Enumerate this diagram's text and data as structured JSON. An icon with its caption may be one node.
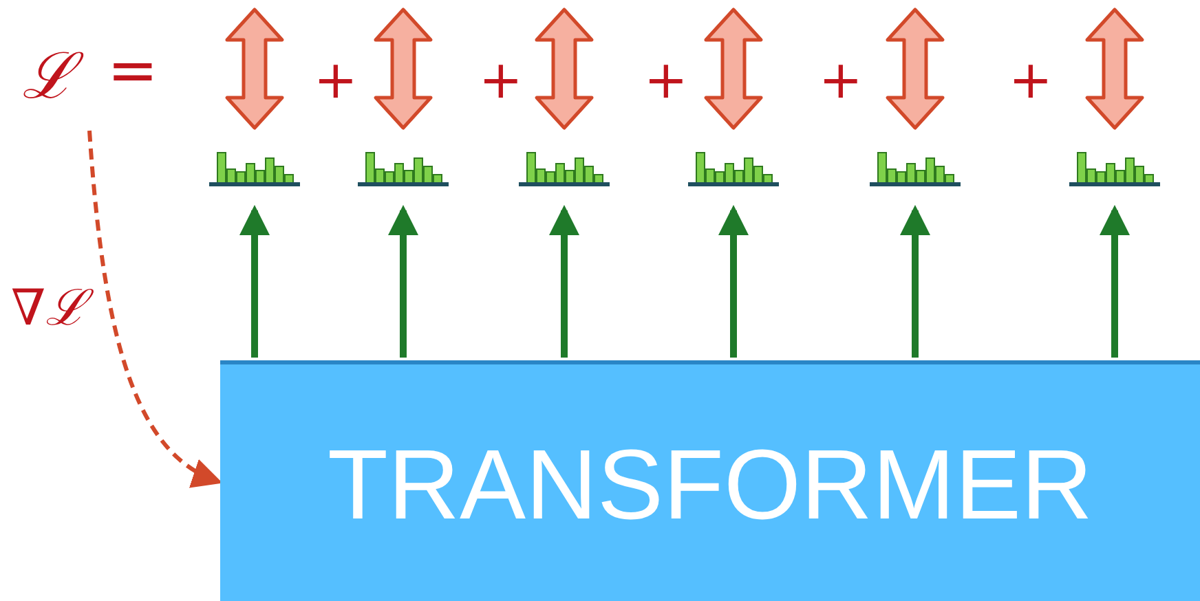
{
  "diagram": {
    "nodes": [
      {
        "text": [
          "TRANSFORMER"
        ]
      },
      {
        "text": [],
        "shape": "picture"
      },
      {
        "text": [],
        "shape": "picture"
      },
      {
        "text": [],
        "shape": "picture"
      },
      {
        "text": [],
        "shape": "picture"
      },
      {
        "text": [],
        "shape": "picture"
      },
      {
        "text": [],
        "shape": "picture"
      },
      {
        "text": [],
        "shape": "arrow"
      },
      {
        "text": [],
        "shape": "arrow"
      },
      {
        "text": [],
        "shape": "arrow"
      },
      {
        "text": [],
        "shape": "arrow"
      },
      {
        "text": [],
        "shape": "arrow"
      },
      {
        "text": [],
        "shape": "arrow"
      },
      {
        "text": [
          "ℒ"
        ]
      }
    ],
    "edges": [
      {
        "from": 0,
        "to": 1,
        "arrow": "to"
      },
      {
        "from": 0,
        "to": 2,
        "arrow": "to"
      },
      {
        "from": 0,
        "to": 3,
        "arrow": "to"
      },
      {
        "from": 0,
        "to": 4,
        "arrow": "to"
      },
      {
        "from": 0,
        "to": 5,
        "arrow": "to"
      },
      {
        "from": 0,
        "to": 6,
        "arrow": "to"
      },
      {
        "from": 13,
        "to": 0,
        "arrow": "to",
        "label": "∇ℒ",
        "style": "dashed",
        "color": "#d2492a"
      }
    ],
    "labels": [
      "=",
      "+",
      "+",
      "+",
      "+",
      "+"
    ]
  }
}
